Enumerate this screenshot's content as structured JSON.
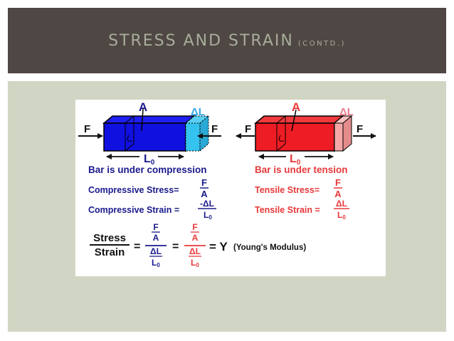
{
  "header": {
    "title": "STRESS AND STRAIN",
    "subtitle": "(CONTD.)"
  },
  "diagram": {
    "area_label": "A",
    "force_label": "F",
    "delta_l": "ΔL",
    "length_label": "L",
    "length_sub": "0",
    "compression": {
      "caption": "Bar is under compression",
      "stress_label": "Compressive Stress=",
      "stress_num": "F",
      "stress_den": "A",
      "strain_label": "Compressive Strain =",
      "strain_num": "-ΔL",
      "strain_den": "L",
      "strain_den_sub": "0"
    },
    "tension": {
      "caption": "Bar is under tension",
      "stress_label": "Tensile Stress=",
      "stress_num": "F",
      "stress_den": "A",
      "strain_label": "Tensile Strain =",
      "strain_num": "ΔL",
      "strain_den": "L",
      "strain_den_sub": "0"
    },
    "ratio": {
      "stress_word": "Stress",
      "strain_word": "Strain",
      "equals": "=",
      "f": "F",
      "a": "A",
      "dl": "ΔL",
      "l": "L",
      "l_sub": "0",
      "y": "= Y",
      "youngs": "(Young's Modulus)"
    }
  },
  "colors": {
    "header_bg": "#4f4744",
    "title": "#a7ad9a",
    "panel_bg": "#d1d6c4",
    "navy_text": "#1a1a8c",
    "red_text": "#e8383a",
    "blue_bar": "#1010e0",
    "cyan_segment": "#34c2ee",
    "red_bar": "#ee1c24",
    "pink_segment": "#f4a6a6"
  }
}
